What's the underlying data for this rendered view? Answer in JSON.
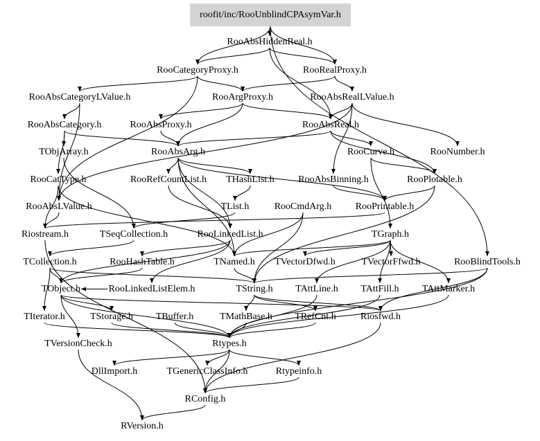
{
  "title": "roofit/inc/RooUnblindCPAsymVar.h",
  "nodes": [
    {
      "id": "root",
      "label": "roofit/inc/RooUnblindCPAsymVar.h"
    },
    {
      "id": "RooAbsHiddenReal",
      "label": "RooAbsHiddenReal.h"
    },
    {
      "id": "RooCategoryProxy",
      "label": "RooCategoryProxy.h"
    },
    {
      "id": "RooRealProxy",
      "label": "RooRealProxy.h"
    },
    {
      "id": "RooAbsCategoryLValue",
      "label": "RooAbsCategoryLValue.h"
    },
    {
      "id": "RooArgProxy",
      "label": "RooArgProxy.h"
    },
    {
      "id": "RooAbsRealLValue",
      "label": "RooAbsRealLValue.h"
    },
    {
      "id": "RooAbsCategory",
      "label": "RooAbsCategory.h"
    },
    {
      "id": "RooAbsProxy",
      "label": "RooAbsProxy.h"
    },
    {
      "id": "RooAbsReal",
      "label": "RooAbsReal.h"
    },
    {
      "id": "TObjArray",
      "label": "TObjArray.h"
    },
    {
      "id": "RooAbsArg",
      "label": "RooAbsArg.h"
    },
    {
      "id": "RooCurve",
      "label": "RooCurve.h"
    },
    {
      "id": "RooNumber",
      "label": "RooNumber.h"
    },
    {
      "id": "RooCatType",
      "label": "RooCatType.h"
    },
    {
      "id": "RooRefCountList",
      "label": "RooRefCountList.h"
    },
    {
      "id": "THashList",
      "label": "THashList.h"
    },
    {
      "id": "RooAbsBinning",
      "label": "RooAbsBinning.h"
    },
    {
      "id": "RooPlotable",
      "label": "RooPlotable.h"
    },
    {
      "id": "RooAbsLValue",
      "label": "RooAbsLValue.h"
    },
    {
      "id": "TList",
      "label": "TList.h"
    },
    {
      "id": "RooCmdArg",
      "label": "RooCmdArg.h"
    },
    {
      "id": "RooPrintable",
      "label": "RooPrintable.h"
    },
    {
      "id": "Riostream",
      "label": "Riostream.h"
    },
    {
      "id": "TSeqCollection",
      "label": "TSeqCollection.h"
    },
    {
      "id": "RooLinkedList",
      "label": "RooLinkedList.h"
    },
    {
      "id": "TGraph",
      "label": "TGraph.h"
    },
    {
      "id": "TCollection",
      "label": "TCollection.h"
    },
    {
      "id": "RooHashTable",
      "label": "RooHashTable.h"
    },
    {
      "id": "TNamed",
      "label": "TNamed.h"
    },
    {
      "id": "TVectorDfwd",
      "label": "TVectorDfwd.h"
    },
    {
      "id": "TVectorFfwd",
      "label": "TVectorFfwd.h"
    },
    {
      "id": "RooBlindTools",
      "label": "RooBlindTools.h"
    },
    {
      "id": "TObject",
      "label": "TObject.h"
    },
    {
      "id": "RooLinkedListElem",
      "label": "RooLinkedListElem.h"
    },
    {
      "id": "TString",
      "label": "TString.h"
    },
    {
      "id": "TAttLine",
      "label": "TAttLine.h"
    },
    {
      "id": "TAttFill",
      "label": "TAttFill.h"
    },
    {
      "id": "TAttMarker",
      "label": "TAttMarker.h"
    },
    {
      "id": "TIterator",
      "label": "TIterator.h"
    },
    {
      "id": "TStorage",
      "label": "TStorage.h"
    },
    {
      "id": "TBuffer",
      "label": "TBuffer.h"
    },
    {
      "id": "TMathBase",
      "label": "TMathBase.h"
    },
    {
      "id": "TRefCnt",
      "label": "TRefCnt.h"
    },
    {
      "id": "Riosfwd",
      "label": "Riosfwd.h"
    },
    {
      "id": "TVersionCheck",
      "label": "TVersionCheck.h"
    },
    {
      "id": "Rtypes",
      "label": "Rtypes.h"
    },
    {
      "id": "DllImport",
      "label": "DllImport.h"
    },
    {
      "id": "TGenericClassInfo",
      "label": "TGenericClassInfo.h"
    },
    {
      "id": "Rtypeinfo",
      "label": "Rtypeinfo.h"
    },
    {
      "id": "RConfig",
      "label": "RConfig.h"
    },
    {
      "id": "RVersion",
      "label": "RVersion.h"
    }
  ],
  "edges": [
    [
      "root",
      "RooAbsHiddenReal"
    ],
    [
      "root",
      "RooCategoryProxy"
    ],
    [
      "root",
      "RooRealProxy"
    ],
    [
      "root",
      "RooBlindTools"
    ],
    [
      "RooAbsHiddenReal",
      "RooAbsReal"
    ],
    [
      "RooAbsHiddenReal",
      "RooCategoryProxy"
    ],
    [
      "RooAbsHiddenReal",
      "RooRealProxy"
    ],
    [
      "RooCategoryProxy",
      "RooAbsCategoryLValue"
    ],
    [
      "RooCategoryProxy",
      "RooArgProxy"
    ],
    [
      "RooCategoryProxy",
      "RooAbsLValue"
    ],
    [
      "RooRealProxy",
      "RooArgProxy"
    ],
    [
      "RooRealProxy",
      "RooAbsRealLValue"
    ],
    [
      "RooAbsCategoryLValue",
      "RooAbsCategory"
    ],
    [
      "RooAbsCategoryLValue",
      "RooAbsLValue"
    ],
    [
      "RooArgProxy",
      "RooAbsProxy"
    ],
    [
      "RooArgProxy",
      "RooAbsArg"
    ],
    [
      "RooArgProxy",
      "RooAbsReal"
    ],
    [
      "RooAbsRealLValue",
      "RooAbsReal"
    ],
    [
      "RooAbsRealLValue",
      "RooNumber"
    ],
    [
      "RooAbsRealLValue",
      "RooAbsBinning"
    ],
    [
      "RooAbsRealLValue",
      "RooAbsLValue"
    ],
    [
      "RooAbsCategory",
      "TObjArray"
    ],
    [
      "RooAbsCategory",
      "RooAbsArg"
    ],
    [
      "RooAbsCategory",
      "RooCatType"
    ],
    [
      "RooAbsProxy",
      "RooAbsArg"
    ],
    [
      "RooAbsReal",
      "RooAbsArg"
    ],
    [
      "RooAbsReal",
      "RooCurve"
    ],
    [
      "RooAbsReal",
      "RooPlotable"
    ],
    [
      "TObjArray",
      "TSeqCollection"
    ],
    [
      "RooAbsArg",
      "RooRefCountList"
    ],
    [
      "RooAbsArg",
      "THashList"
    ],
    [
      "RooAbsArg",
      "RooPrintable"
    ],
    [
      "RooAbsArg",
      "RooLinkedList"
    ],
    [
      "RooAbsArg",
      "TNamed"
    ],
    [
      "RooCurve",
      "TGraph"
    ],
    [
      "RooCurve",
      "RooPlotable"
    ],
    [
      "RooCatType",
      "TNamed"
    ],
    [
      "RooCatType",
      "Riostream"
    ],
    [
      "RooRefCountList",
      "RooLinkedList"
    ],
    [
      "THashList",
      "TList"
    ],
    [
      "RooAbsBinning",
      "RooPrintable"
    ],
    [
      "RooPlotable",
      "RooPrintable"
    ],
    [
      "RooPlotable",
      "TString"
    ],
    [
      "RooAbsLValue",
      "Riostream"
    ],
    [
      "TList",
      "TSeqCollection"
    ],
    [
      "RooCmdArg",
      "TNamed"
    ],
    [
      "RooCmdArg",
      "TString"
    ],
    [
      "RooPrintable",
      "Riostream"
    ],
    [
      "TSeqCollection",
      "TCollection"
    ],
    [
      "RooLinkedList",
      "RooHashTable"
    ],
    [
      "RooLinkedList",
      "RooLinkedListElem"
    ],
    [
      "RooLinkedList",
      "TObject"
    ],
    [
      "TGraph",
      "TNamed"
    ],
    [
      "TGraph",
      "TAttLine"
    ],
    [
      "TGraph",
      "TAttFill"
    ],
    [
      "TGraph",
      "TAttMarker"
    ],
    [
      "TGraph",
      "TVectorDfwd"
    ],
    [
      "TGraph",
      "TVectorFfwd"
    ],
    [
      "TCollection",
      "TObject"
    ],
    [
      "TCollection",
      "TIterator"
    ],
    [
      "TCollection",
      "TString"
    ],
    [
      "RooHashTable",
      "TObject"
    ],
    [
      "TNamed",
      "TString"
    ],
    [
      "RooBlindTools",
      "Riosfwd"
    ],
    [
      "RooBlindTools",
      "TString"
    ],
    [
      "RooBlindTools",
      "Rtypes"
    ],
    [
      "TObject",
      "Rtypes"
    ],
    [
      "TObject",
      "TStorage"
    ],
    [
      "TObject",
      "TVersionCheck"
    ],
    [
      "TObject",
      "Riosfwd"
    ],
    [
      "RooLinkedListElem",
      "TObject"
    ],
    [
      "TString",
      "TRefCnt"
    ],
    [
      "TString",
      "TMathBase"
    ],
    [
      "TString",
      "Riosfwd"
    ],
    [
      "TAttLine",
      "Rtypes"
    ],
    [
      "TAttFill",
      "Rtypes"
    ],
    [
      "TAttMarker",
      "Rtypes"
    ],
    [
      "TStorage",
      "Rtypes"
    ],
    [
      "TBuffer",
      "Rtypes"
    ],
    [
      "TMathBase",
      "Rtypes"
    ],
    [
      "TRefCnt",
      "Rtypes"
    ],
    [
      "TIterator",
      "Rtypes"
    ],
    [
      "Riosfwd",
      "RConfig"
    ],
    [
      "TVersionCheck",
      "RVersion"
    ],
    [
      "Rtypes",
      "DllImport"
    ],
    [
      "Rtypes",
      "TGenericClassInfo"
    ],
    [
      "Rtypes",
      "Rtypeinfo"
    ],
    [
      "Rtypes",
      "RConfig"
    ],
    [
      "Rtypeinfo",
      "RConfig"
    ],
    [
      "RConfig",
      "RVersion"
    ],
    [
      "Riostream",
      "RConfig"
    ]
  ]
}
